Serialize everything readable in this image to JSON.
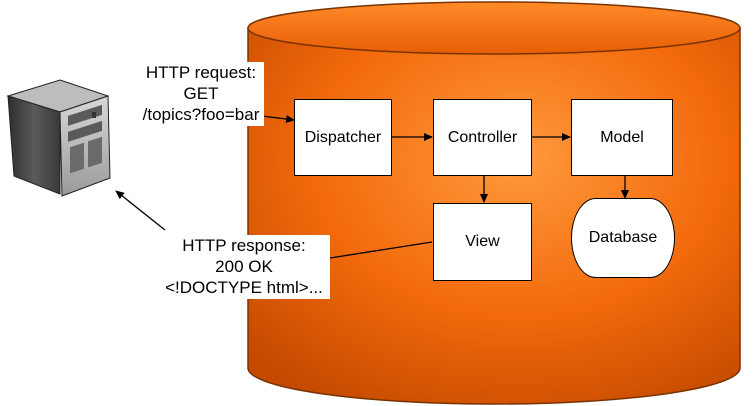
{
  "colors": {
    "cylinder_fill": "#ff6a00",
    "cylinder_highlight": "#ff9a40",
    "cylinder_edge": "#b84400",
    "server_body": "#4a4a4a",
    "server_light": "#cfcfcf"
  },
  "icons": {
    "server": "server-tower-icon"
  },
  "request": {
    "line1": "HTTP request:",
    "line2": "GET",
    "line3": "/topics?foo=bar"
  },
  "response": {
    "line1": "HTTP response:",
    "line2": "200 OK",
    "line3": "<!DOCTYPE html>..."
  },
  "components": {
    "dispatcher": "Dispatcher",
    "controller": "Controller",
    "model": "Model",
    "view": "View",
    "database": "Database"
  }
}
